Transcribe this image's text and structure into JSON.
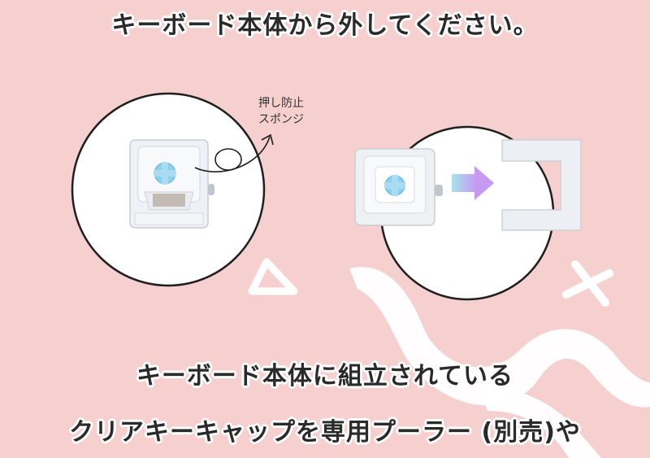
{
  "heading": "キーボード本体から外してください。",
  "annotation": {
    "line1": "押し防止",
    "line2": "スポンジ"
  },
  "caption_line1": "キーボード本体に組立されている",
  "caption_line2": "クリアキーキャップを専用プーラー (別売)や",
  "colors": {
    "background": "#f5d0cf",
    "circle_fill": "#ffffff",
    "outline": "#222222",
    "switch_stem": "#8ccfee",
    "arrow_gradient_start": "#a7e3e8",
    "arrow_gradient_end": "#c79af2"
  }
}
